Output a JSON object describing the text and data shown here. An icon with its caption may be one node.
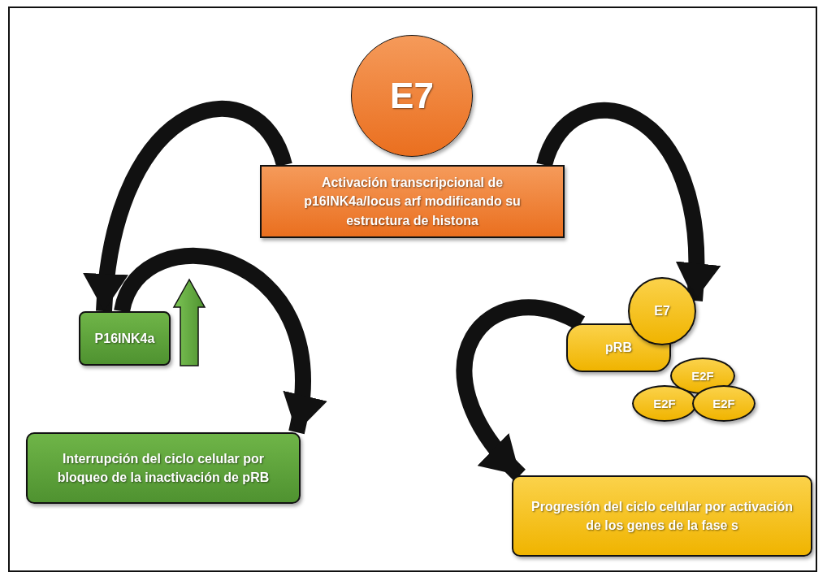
{
  "diagram": {
    "nodes": [
      {
        "text": [
          "E7"
        ]
      },
      {
        "text": [
          "Activación transcripcional de p16INK4a/locus arf modificando su estructura de histona"
        ]
      },
      {
        "text": [
          "P16INK4a"
        ]
      },
      {
        "text": [
          "Interrupción del ciclo celular por bloqueo de la inactivación de pRB"
        ]
      },
      {
        "text": [
          "pRB"
        ]
      },
      {
        "text": [
          "E7"
        ]
      },
      {
        "text": [
          "E2F"
        ]
      },
      {
        "text": [
          "E2F"
        ]
      },
      {
        "text": [
          "E2F"
        ]
      },
      {
        "text": [
          "Progresión del ciclo celular por activación de los genes de la fase s"
        ]
      }
    ],
    "edges": [
      {
        "from": 1,
        "to": 2,
        "arrow": "to"
      },
      {
        "from": 1,
        "to": 5,
        "arrow": "to"
      },
      {
        "from": 2,
        "to": 3,
        "arrow": "to"
      },
      {
        "from": 4,
        "to": 9,
        "arrow": "to"
      }
    ]
  }
}
